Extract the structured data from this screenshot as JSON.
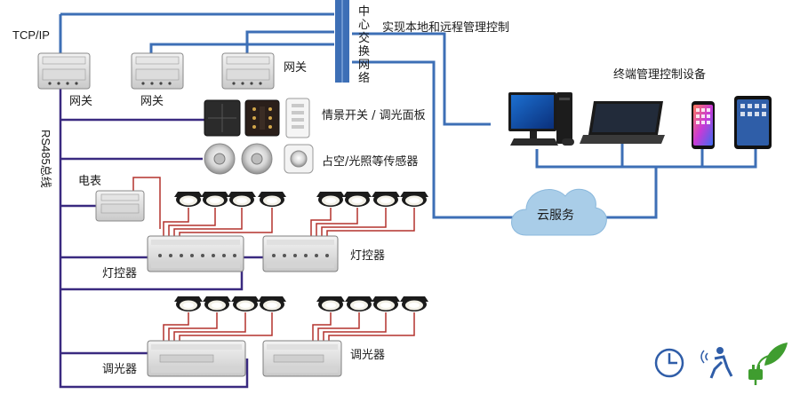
{
  "labels": {
    "tcpip": "TCP/IP",
    "central_switch": "中心交换网络",
    "local_remote": "实现本地和远程管理控制",
    "gateway": "网关",
    "gateway_a": "网关",
    "gateway_b": "网关",
    "terminals": "终端管理控制设备",
    "scene_panel": "情景开关 / 调光面板",
    "sensors": "占空/光照等传感器",
    "rs485": "RS485总线",
    "meter": "电表",
    "light_ctrl_a": "灯控器",
    "light_ctrl_b": "灯控器",
    "dimmer_a": "调光器",
    "dimmer_b": "调光器",
    "cloud": "云服务"
  },
  "icons": [
    "clock-icon",
    "motion-sensor-icon",
    "eco-plug-icon"
  ],
  "colors": {
    "network_blue": "#3d6fb6",
    "bus_purple": "#3a2a80",
    "wire_red": "#b3322d",
    "cloud_blue": "#a9cde8",
    "icon_blue": "#2f5da8",
    "icon_green": "#3f9d2f"
  }
}
